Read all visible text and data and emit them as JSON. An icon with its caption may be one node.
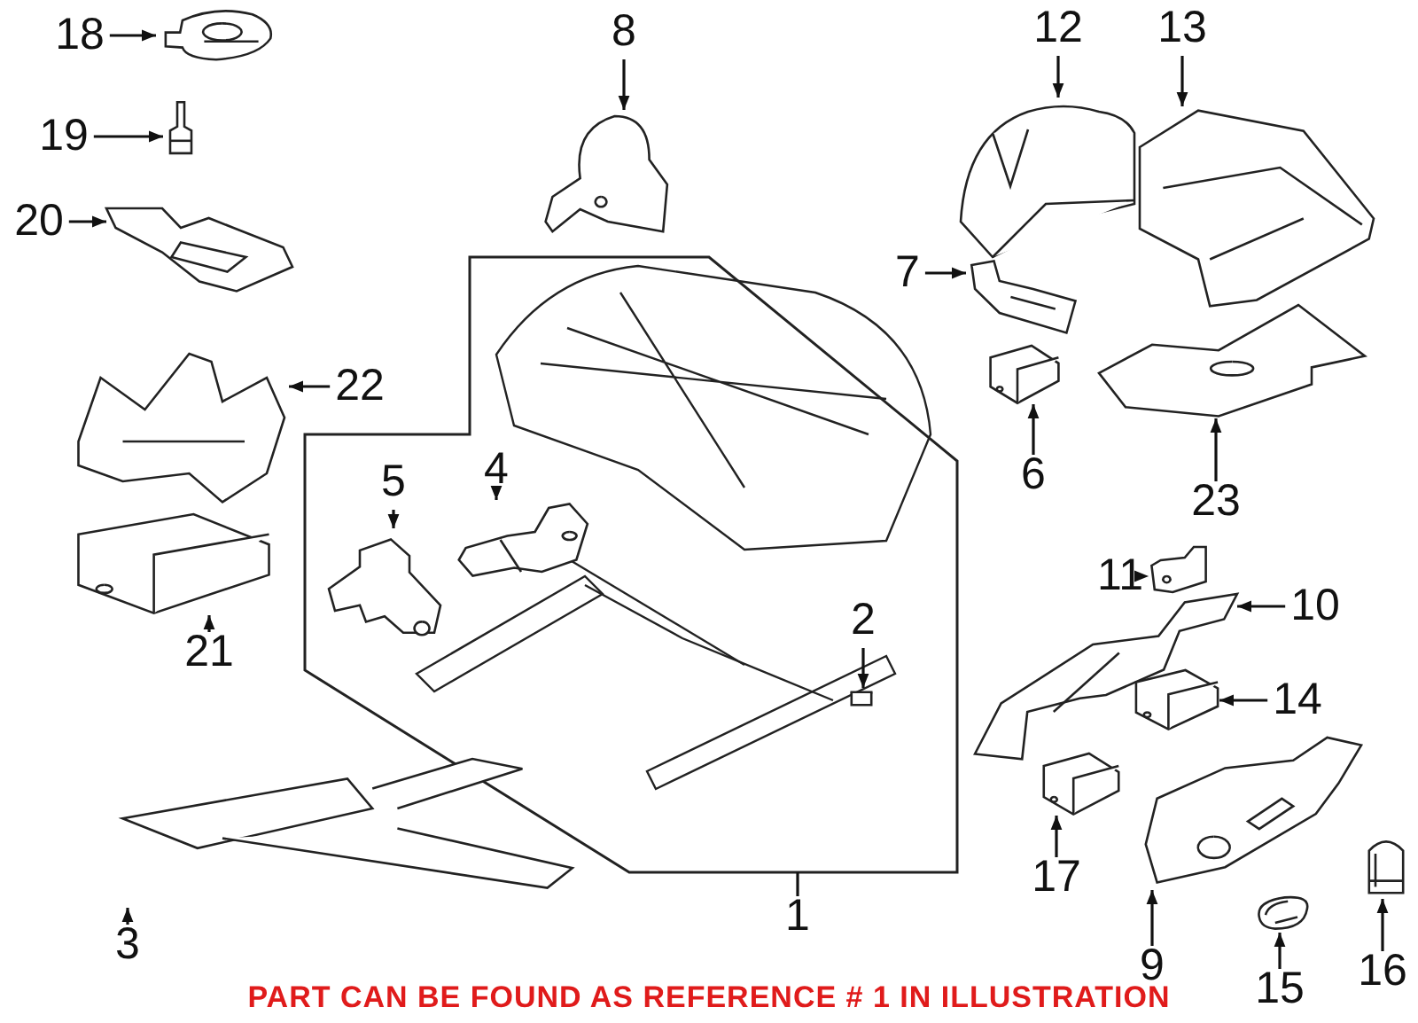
{
  "diagram": {
    "caption": "PART CAN BE FOUND AS REFERENCE # 1 IN ILLUSTRATION",
    "nodes": [
      {
        "text": [
          "18"
        ]
      },
      {
        "text": [],
        "shape": "picture"
      },
      {
        "text": [
          "8"
        ]
      },
      {
        "text": [],
        "shape": "picture"
      },
      {
        "text": [
          "12"
        ]
      },
      {
        "text": [],
        "shape": "picture"
      },
      {
        "text": [
          "13"
        ]
      },
      {
        "text": [],
        "shape": "picture"
      },
      {
        "text": [
          "19"
        ]
      },
      {
        "text": [],
        "shape": "picture"
      },
      {
        "text": [
          "20"
        ]
      },
      {
        "text": [],
        "shape": "picture"
      },
      {
        "text": [
          "7"
        ]
      },
      {
        "text": [],
        "shape": "picture"
      },
      {
        "text": [],
        "shape": "box"
      },
      {
        "text": [
          "5"
        ],
        "in": 14
      },
      {
        "text": [],
        "shape": "picture",
        "in": 14
      },
      {
        "text": [
          "4"
        ],
        "in": 14
      },
      {
        "text": [],
        "shape": "picture",
        "in": 14
      },
      {
        "text": [
          "2"
        ],
        "in": 14
      },
      {
        "text": [],
        "shape": "picture",
        "in": 14
      },
      {
        "text": [
          "22"
        ]
      },
      {
        "text": [],
        "shape": "picture"
      },
      {
        "text": [
          "6"
        ]
      },
      {
        "text": [],
        "shape": "picture"
      },
      {
        "text": [
          "23"
        ]
      },
      {
        "text": [],
        "shape": "picture"
      },
      {
        "text": [
          "11"
        ]
      },
      {
        "text": [],
        "shape": "picture"
      },
      {
        "text": [
          "10"
        ]
      },
      {
        "text": [],
        "shape": "picture"
      },
      {
        "text": [
          "21"
        ]
      },
      {
        "text": [],
        "shape": "picture"
      },
      {
        "text": [
          "14"
        ]
      },
      {
        "text": [],
        "shape": "picture"
      },
      {
        "text": [
          "17"
        ]
      },
      {
        "text": [],
        "shape": "picture"
      },
      {
        "text": [
          "3"
        ]
      },
      {
        "text": [],
        "shape": "picture"
      },
      {
        "text": [
          "1"
        ]
      },
      {
        "text": [
          "9"
        ]
      },
      {
        "text": [],
        "shape": "picture"
      },
      {
        "text": [
          "15"
        ]
      },
      {
        "text": [],
        "shape": "picture"
      },
      {
        "text": [
          "16"
        ]
      },
      {
        "text": [],
        "shape": "picture"
      }
    ],
    "edges": [
      {
        "from": 0,
        "to": 1,
        "arrow": "to"
      },
      {
        "from": 2,
        "to": 3,
        "arrow": "to"
      },
      {
        "from": 4,
        "to": 5,
        "arrow": "to"
      },
      {
        "from": 6,
        "to": 7,
        "arrow": "to"
      },
      {
        "from": 8,
        "to": 9,
        "arrow": "to"
      },
      {
        "from": 10,
        "to": 11,
        "arrow": "to"
      },
      {
        "from": 12,
        "to": 13,
        "arrow": "to"
      },
      {
        "from": 15,
        "to": 16,
        "arrow": "to"
      },
      {
        "from": 17,
        "to": 18,
        "arrow": "to"
      },
      {
        "from": 19,
        "to": 20,
        "arrow": "to"
      },
      {
        "from": 21,
        "to": 22,
        "arrow": "to"
      },
      {
        "from": 23,
        "to": 24,
        "arrow": "to"
      },
      {
        "from": 25,
        "to": 26,
        "arrow": "to"
      },
      {
        "from": 27,
        "to": 28,
        "arrow": "to"
      },
      {
        "from": 29,
        "to": 30,
        "arrow": "to"
      },
      {
        "from": 31,
        "to": 32,
        "arrow": "to"
      },
      {
        "from": 33,
        "to": 34,
        "arrow": "to"
      },
      {
        "from": 35,
        "to": 36,
        "arrow": "to"
      },
      {
        "from": 37,
        "to": 38,
        "arrow": "to"
      },
      {
        "from": 39,
        "to": 14,
        "arrow": "none"
      },
      {
        "from": 40,
        "to": 41,
        "arrow": "to"
      },
      {
        "from": 42,
        "to": 43,
        "arrow": "to"
      },
      {
        "from": 44,
        "to": 45,
        "arrow": "to"
      }
    ]
  }
}
